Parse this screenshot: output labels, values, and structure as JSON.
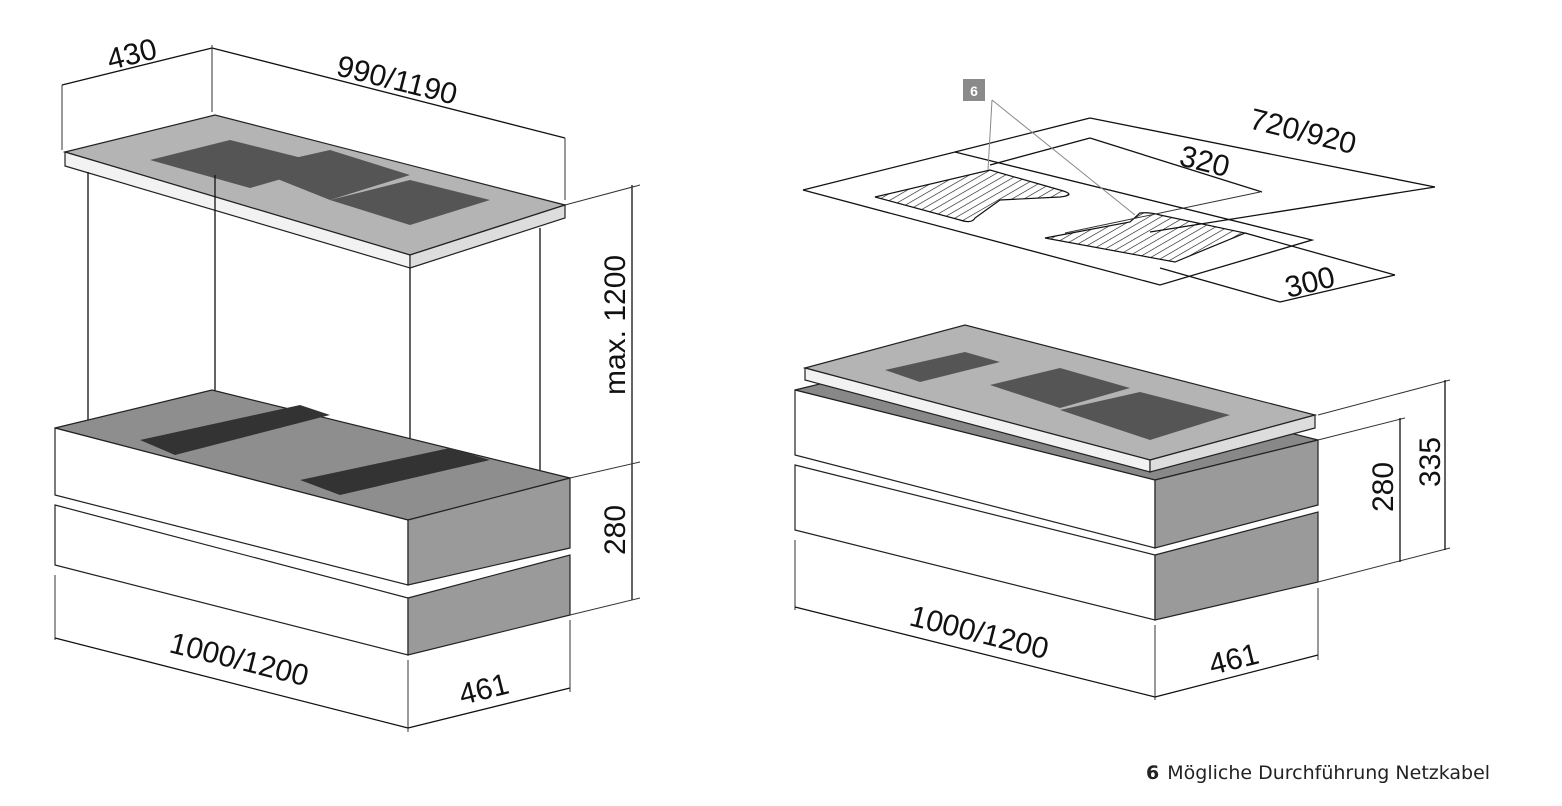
{
  "left_view": {
    "dims": {
      "depth_top": "430",
      "width_top": "990/1190",
      "height_max": "max. 1200",
      "height_unit": "280",
      "width_bottom": "1000/1200",
      "depth_bottom": "461"
    }
  },
  "right_view": {
    "marker": "6",
    "dims": {
      "cutout_width": "720/920",
      "cutout_a": "320",
      "cutout_b": "300",
      "height_total": "335",
      "height_unit": "280",
      "width_bottom": "1000/1200",
      "depth_bottom": "461"
    }
  },
  "legend": {
    "number": "6",
    "text": "Mögliche Durchführung Netzkabel"
  },
  "colors": {
    "panel_gray": "#9a9a9a",
    "plate_gray": "#b4b4b4",
    "cooktop": "#555555",
    "marker_bg": "#8a8a8a"
  }
}
